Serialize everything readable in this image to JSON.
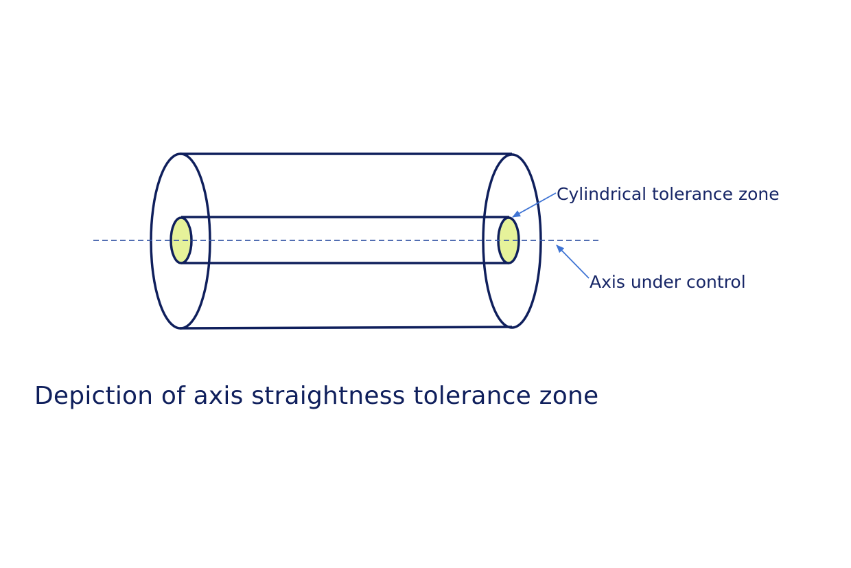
{
  "labels": {
    "tolerance_zone": "Cylindrical tolerance zone",
    "axis": "Axis under control"
  },
  "caption": "Depiction of axis straightness tolerance zone",
  "colors": {
    "outline": "#0f1f5c",
    "zone_fill": "#e6f29a",
    "axis_line": "#3a5aa8",
    "leader": "#3f74d4",
    "text": "#162566"
  }
}
